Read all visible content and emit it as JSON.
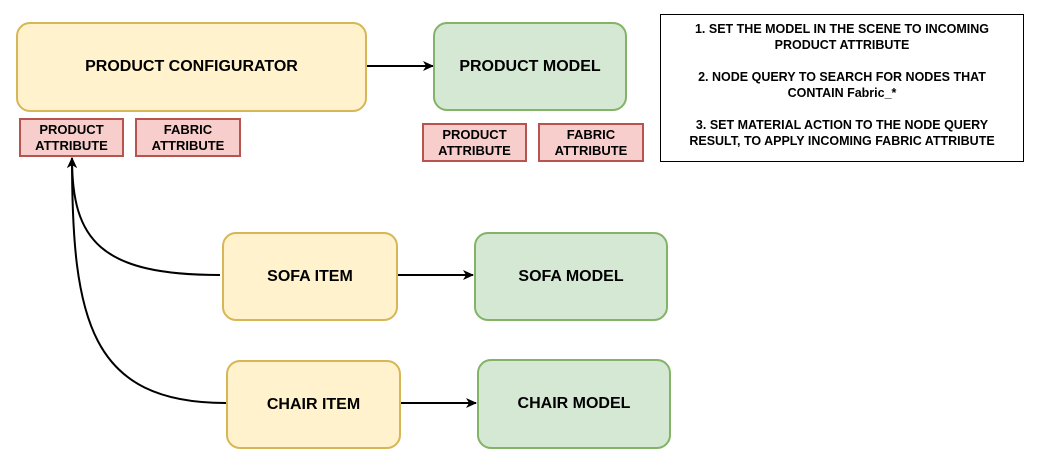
{
  "nodes": {
    "product_configurator": "PRODUCT CONFIGURATOR",
    "product_model": "PRODUCT MODEL",
    "sofa_item": "SOFA ITEM",
    "sofa_model": "SOFA MODEL",
    "chair_item": "CHAIR ITEM",
    "chair_model": "CHAIR MODEL"
  },
  "attributes": {
    "configurator_product": "PRODUCT ATTRIBUTE",
    "configurator_fabric": "FABRIC ATTRIBUTE",
    "model_product": "PRODUCT ATTRIBUTE",
    "model_fabric": "FABRIC ATTRIBUTE"
  },
  "note": {
    "step1": "1. SET THE MODEL IN THE SCENE TO INCOMING PRODUCT ATTRIBUTE",
    "step2": "2. NODE QUERY TO SEARCH FOR NODES THAT CONTAIN Fabric_*",
    "step3": "3. SET MATERIAL ACTION TO THE NODE QUERY RESULT, TO APPLY INCOMING FABRIC ATTRIBUTE"
  },
  "colors": {
    "item_fill": "#fff2cc",
    "item_border": "#d6b656",
    "model_fill": "#d5e8d4",
    "model_border": "#82b366",
    "attribute_fill": "#f8cecc",
    "attribute_border": "#b85450",
    "edge": "#000000"
  }
}
